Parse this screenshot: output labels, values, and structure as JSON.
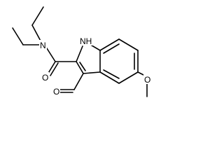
{
  "molecule": {
    "atoms": {
      "n_amide": "N",
      "o_amide": "O",
      "nh_indole": "NH",
      "o_methoxy": "O",
      "o_formyl": "O"
    }
  }
}
